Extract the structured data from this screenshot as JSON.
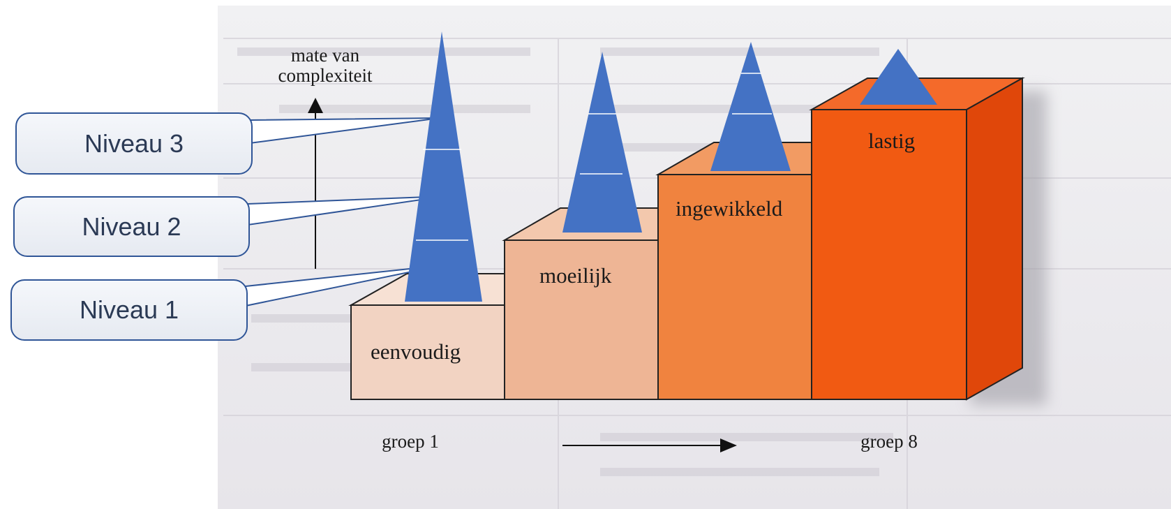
{
  "axis": {
    "y_label_line1": "mate van",
    "y_label_line2": "complexiteit",
    "x_start": "groep 1",
    "x_end": "groep 8"
  },
  "steps": [
    {
      "label": "eenvoudig",
      "color": "#f2d3c2"
    },
    {
      "label": "moeilijk",
      "color": "#eeb595"
    },
    {
      "label": "ingewikkeld",
      "color": "#f0833f"
    },
    {
      "label": "lastig",
      "color": "#f15a12"
    }
  ],
  "cone_color": "#4472c4",
  "callouts": [
    {
      "label": "Niveau 3"
    },
    {
      "label": "Niveau 2"
    },
    {
      "label": "Niveau 1"
    }
  ]
}
